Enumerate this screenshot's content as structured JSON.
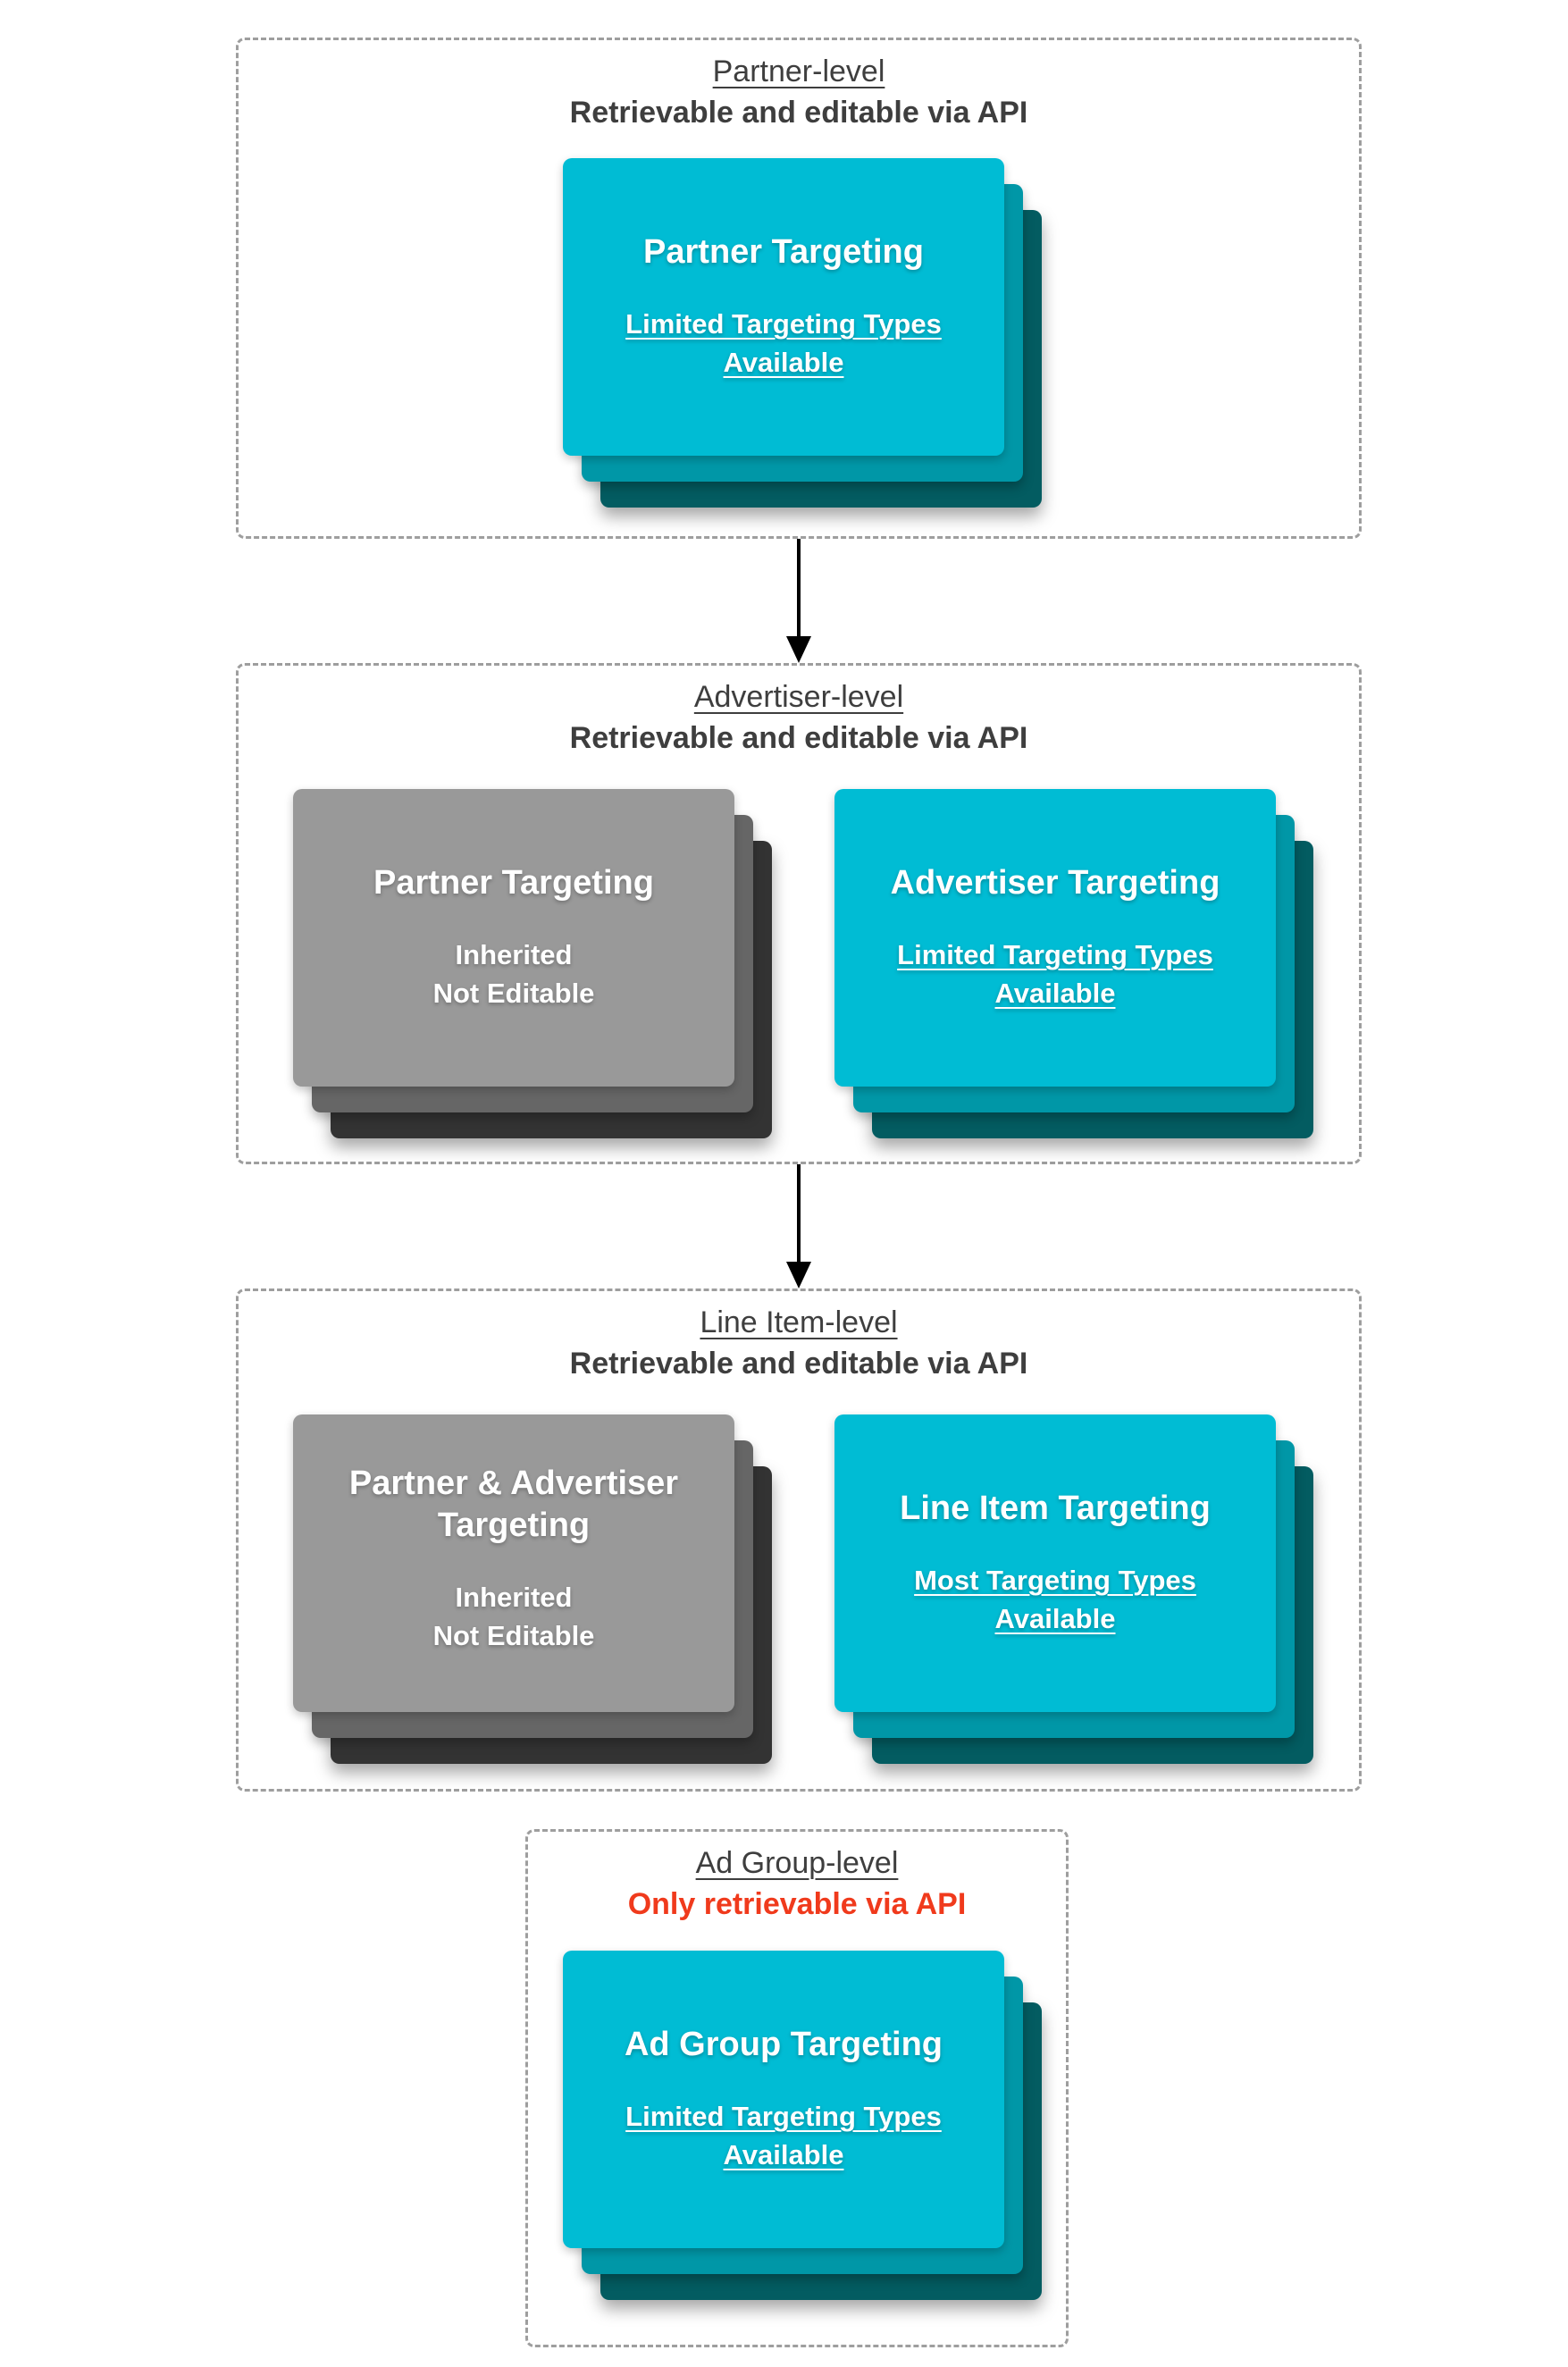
{
  "palette": {
    "teal_card": "#00bcd4",
    "teal_card_mid": "#0097a7",
    "teal_card_dark": "#035c61",
    "gray_card": "#999999",
    "gray_card_mid": "#666666",
    "gray_card_dark": "#333333",
    "header_text": "#3e3e3e",
    "alert_red": "#f03a1c",
    "dashed_border": "#9e9e9e",
    "arrow": "#000000",
    "card_text": "#ffffff"
  },
  "sections": [
    {
      "title": "Partner-level",
      "subtitle": "Retrievable and editable via API",
      "cards": [
        {
          "variant": "teal",
          "title": "Partner Targeting",
          "subtitle": "Limited Targeting Types Available"
        }
      ]
    },
    {
      "title": "Advertiser-level",
      "subtitle": "Retrievable and editable via API",
      "cards": [
        {
          "variant": "gray",
          "title": "Partner Targeting",
          "lines": [
            "Inherited",
            "Not Editable"
          ]
        },
        {
          "variant": "teal",
          "title": "Advertiser Targeting",
          "subtitle": "Limited Targeting Types Available"
        }
      ]
    },
    {
      "title": "Line Item-level",
      "subtitle": "Retrievable and editable via API",
      "cards": [
        {
          "variant": "gray",
          "title": "Partner & Advertiser Targeting",
          "lines": [
            "Inherited",
            "Not Editable"
          ]
        },
        {
          "variant": "teal",
          "title": "Line Item Targeting",
          "subtitle": "Most Targeting Types Available"
        }
      ]
    },
    {
      "title": "Ad Group-level",
      "subtitle": "Only retrievable via API",
      "cards": [
        {
          "variant": "teal",
          "title": "Ad Group Targeting",
          "subtitle": "Limited Targeting Types Available"
        }
      ]
    }
  ]
}
